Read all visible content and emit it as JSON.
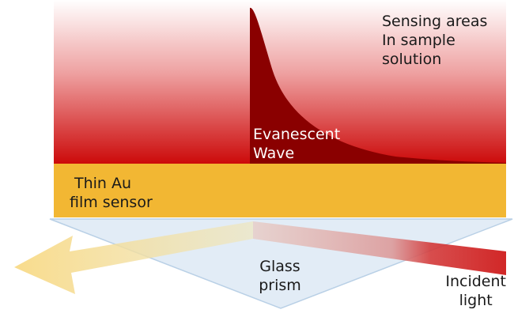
{
  "labels": {
    "sensing": [
      "Sensing areas",
      "In sample",
      "solution"
    ],
    "evanescent": [
      "Evanescent",
      "Wave"
    ],
    "gold_film": [
      "Thin Au",
      "film sensor"
    ],
    "prism": [
      "Glass",
      "prism"
    ],
    "incident": [
      "Incident",
      "light"
    ]
  },
  "colors": {
    "sample_red": "#cc0a0a",
    "evanescent": "#8a0000",
    "gold": "#f2b733",
    "prism": "#dde9f5",
    "reflected": "#f7dc8c"
  }
}
